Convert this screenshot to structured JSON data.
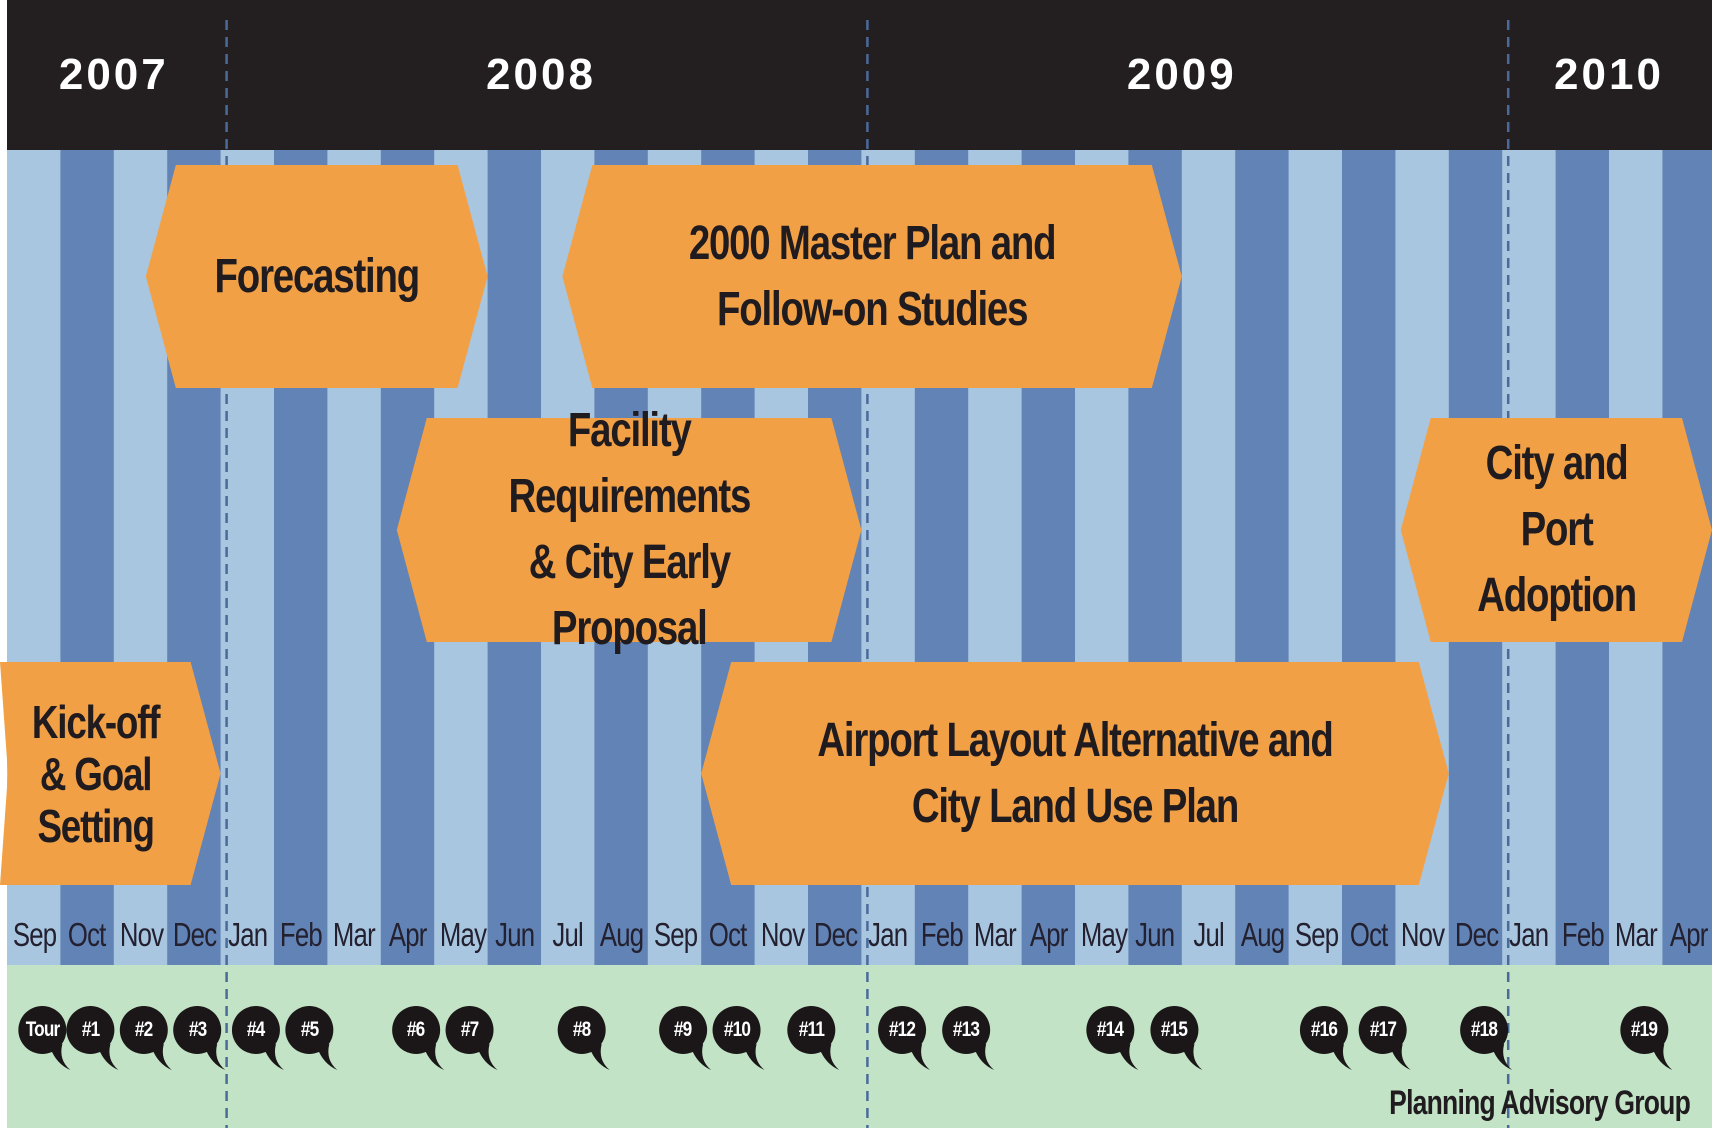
{
  "colors": {
    "header": "#231f20",
    "stripe_light": "#a9c6e1",
    "stripe_dark": "#6283b5",
    "phase": "#f2a045",
    "meeting_band": "#c3e3c6",
    "bubble": "#1b1718",
    "divider": "#4a6a9a"
  },
  "years": [
    {
      "label": "2007",
      "months": 4
    },
    {
      "label": "2008",
      "months": 12
    },
    {
      "label": "2009",
      "months": 12
    },
    {
      "label": "2010",
      "months": 4
    }
  ],
  "months": [
    "Sep",
    "Oct",
    "Nov",
    "Dec",
    "Jan",
    "Feb",
    "Mar",
    "Apr",
    "May",
    "Jun",
    "Jul",
    "Aug",
    "Sep",
    "Oct",
    "Nov",
    "Dec",
    "Jan",
    "Feb",
    "Mar",
    "Apr",
    "May",
    "Jun",
    "Jul",
    "Aug",
    "Sep",
    "Oct",
    "Nov",
    "Dec",
    "Jan",
    "Feb",
    "Mar",
    "Apr"
  ],
  "phases": [
    {
      "id": "kickoff",
      "label": "Kick-off\n& Goal\nSetting",
      "start": 0,
      "end": 4,
      "row": 3
    },
    {
      "id": "forecasting",
      "label": "Forecasting",
      "start": 2.6,
      "end": 9,
      "row": 1
    },
    {
      "id": "masterplan",
      "label": "2000 Master Plan and\nFollow-on Studies",
      "start": 10.4,
      "end": 22,
      "row": 1
    },
    {
      "id": "facility",
      "label": "Facility Requirements\n& City Early Proposal",
      "start": 7.3,
      "end": 16,
      "row": 2
    },
    {
      "id": "cityport",
      "label": "City and Port\nAdoption",
      "start": 26.1,
      "end": 32,
      "row": 2
    },
    {
      "id": "layout",
      "label": "Airport Layout Alternative and\nCity Land Use Plan",
      "start": 13,
      "end": 27,
      "row": 3
    }
  ],
  "meetings": [
    {
      "label": "Tour",
      "month": 0.1
    },
    {
      "label": "#1",
      "month": 1.0
    },
    {
      "label": "#2",
      "month": 2.0
    },
    {
      "label": "#3",
      "month": 3.0
    },
    {
      "label": "#4",
      "month": 4.1
    },
    {
      "label": "#5",
      "month": 5.1
    },
    {
      "label": "#6",
      "month": 7.1
    },
    {
      "label": "#7",
      "month": 8.1
    },
    {
      "label": "#8",
      "month": 10.2
    },
    {
      "label": "#9",
      "month": 12.1
    },
    {
      "label": "#10",
      "month": 13.1
    },
    {
      "label": "#11",
      "month": 14.5
    },
    {
      "label": "#12",
      "month": 16.2
    },
    {
      "label": "#13",
      "month": 17.4
    },
    {
      "label": "#14",
      "month": 20.1
    },
    {
      "label": "#15",
      "month": 21.3
    },
    {
      "label": "#16",
      "month": 24.1
    },
    {
      "label": "#17",
      "month": 25.2
    },
    {
      "label": "#18",
      "month": 27.1
    },
    {
      "label": "#19",
      "month": 30.1
    }
  ],
  "footer": {
    "caption": "Planning Advisory Group Meetings"
  }
}
